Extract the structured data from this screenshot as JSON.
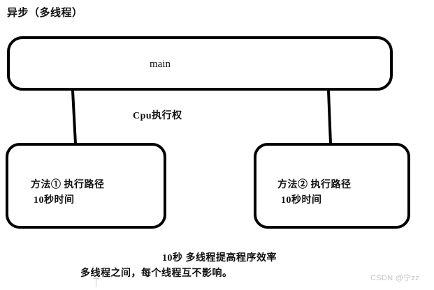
{
  "diagram": {
    "title": "异步（多线程）",
    "main_node": {
      "label": "main"
    },
    "connector_label": "Cpu执行权",
    "branches": [
      {
        "line_1": "方法① 执行路径",
        "line_2": "10秒时间"
      },
      {
        "line_1": "方法② 执行路径",
        "line_2": "10秒时间"
      }
    ],
    "captions": {
      "line_1": "10秒 多线程提高程序效率",
      "line_2": "多线程之间，每个线程互不影响。"
    },
    "watermark": "CSDN @宁zz",
    "colors": {
      "stroke": "#000000",
      "background": "#ffffff",
      "text": "#111111",
      "watermark": "#c3c3c3"
    }
  }
}
